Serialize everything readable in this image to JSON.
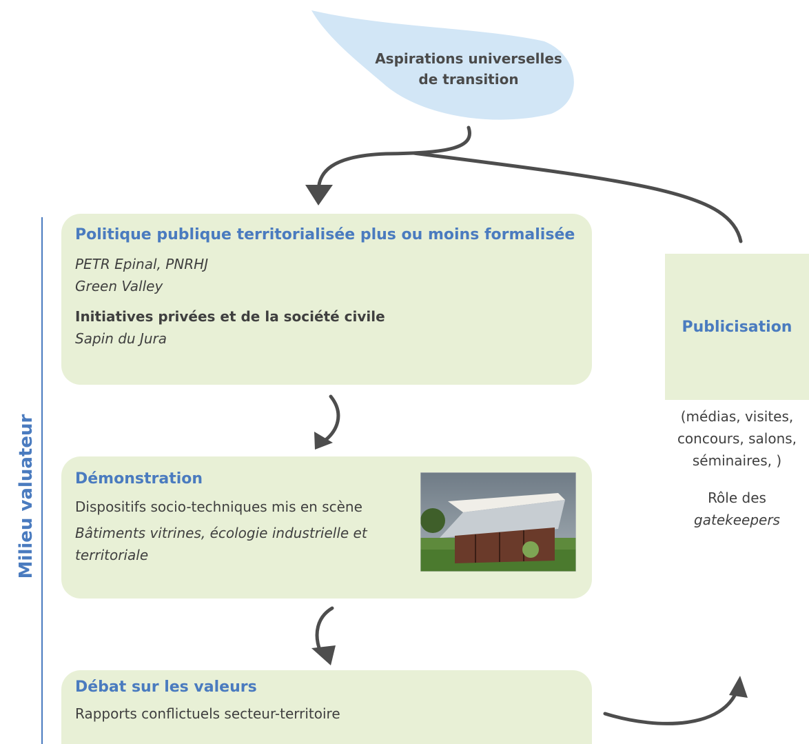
{
  "drop": {
    "line1": "Aspirations universelles",
    "line2": "de transition"
  },
  "politique": {
    "title": "Politique publique territorialisée plus ou moins formalisée",
    "examples_1": "PETR Epinal, PNRHJ",
    "examples_2": "Green Valley",
    "subtitle": "Initiatives privées et de la société civile",
    "examples_3": "Sapin du Jura"
  },
  "demonstration": {
    "title": "Démonstration",
    "line1": "Dispositifs socio-techniques mis en scène",
    "line2": "Bâtiments vitrines, écologie industrielle et",
    "line3": "territoriale"
  },
  "debat": {
    "title": "Débat sur les valeurs",
    "line1": "Rapports conflictuels secteur-territoire"
  },
  "publicisation": {
    "title": "Publicisation",
    "line1": "(médias, visites,",
    "line2": "concours, salons,",
    "line3": "séminaires, )",
    "line4": "Rôle des",
    "line5": "gatekeepers"
  },
  "sidebar": {
    "label": "Milieu valuateur"
  },
  "colors": {
    "accent": "#4a7bbf",
    "box": "#e8f0d6",
    "drop": "#d2e6f6",
    "arrow": "#4d4d4d"
  }
}
